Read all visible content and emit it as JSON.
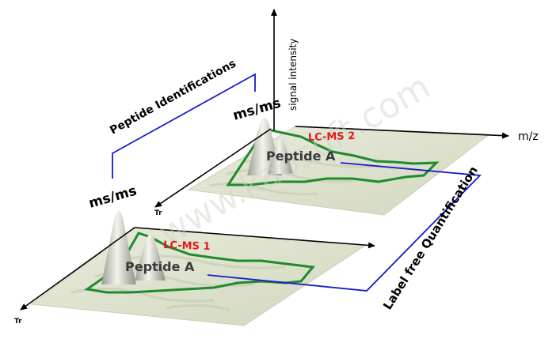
{
  "axes": {
    "y_label": "signal intensity",
    "x_label": "m/z",
    "t_label_top": "Tr",
    "t_label_bottom": "Tr"
  },
  "top_plane": {
    "title": "LC-MS 2",
    "peak_label": "Peptide A",
    "msms_label": "ms/ms"
  },
  "bottom_plane": {
    "title": "LC-MS 1",
    "peak_label": "Peptide A",
    "msms_label": "ms/ms"
  },
  "connectors": {
    "identification_label": "Peptide Identifications",
    "quantification_label": "Label free  Quantification"
  },
  "watermark": "www.kaosoft.com",
  "colors": {
    "plane_fill": "#dfe3cf",
    "plane_edge": "#c8cdb8",
    "region_outline": "#1f8a2e",
    "connector": "#1a1acc",
    "title_red": "#e01a1a",
    "axis": "#000000",
    "text_dark": "#3a3a3a"
  }
}
